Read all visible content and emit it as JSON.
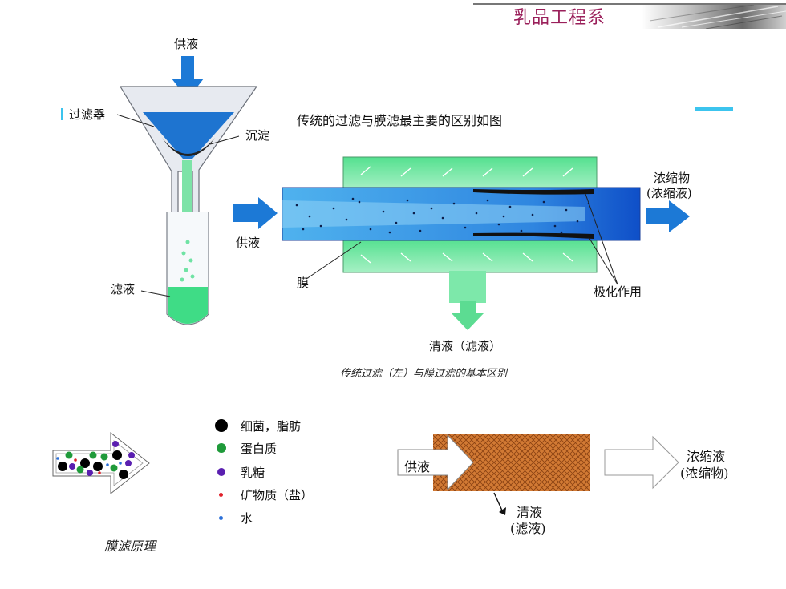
{
  "header": {
    "title": "乳品工程系"
  },
  "top_diagram": {
    "feed_label_top": "供液",
    "filter_label": "过滤器",
    "sediment_label": "沉淀",
    "filtrate_label": "滤液",
    "feed_label_mid": "供液",
    "intro_text": "传统的过滤与膜滤最主要的区别如图",
    "concentrate_label_1": "浓缩物",
    "concentrate_label_2": "(浓缩液)",
    "membrane_label": "膜",
    "polarization_label": "极化作用",
    "permeate_label": "清液（滤液）",
    "caption": "传统过滤（左）与膜过滤的基本区别"
  },
  "legend": {
    "items": [
      {
        "label": "细菌，脂肪",
        "color": "#000000"
      },
      {
        "label": "蛋白质",
        "color": "#1f9a3a"
      },
      {
        "label": "乳糖",
        "color": "#5a1fb0"
      },
      {
        "label": "矿物质（盐）",
        "color": "#e0202a"
      },
      {
        "label": "水",
        "color": "#2a6fd8"
      }
    ]
  },
  "bottom_left": {
    "caption": "膜滤原理"
  },
  "bottom_right": {
    "feed_label": "供液",
    "permeate_line1": "清液",
    "permeate_line2": "(滤液)",
    "concentrate_line1": "浓缩液",
    "concentrate_line2": "(浓缩物)"
  }
}
